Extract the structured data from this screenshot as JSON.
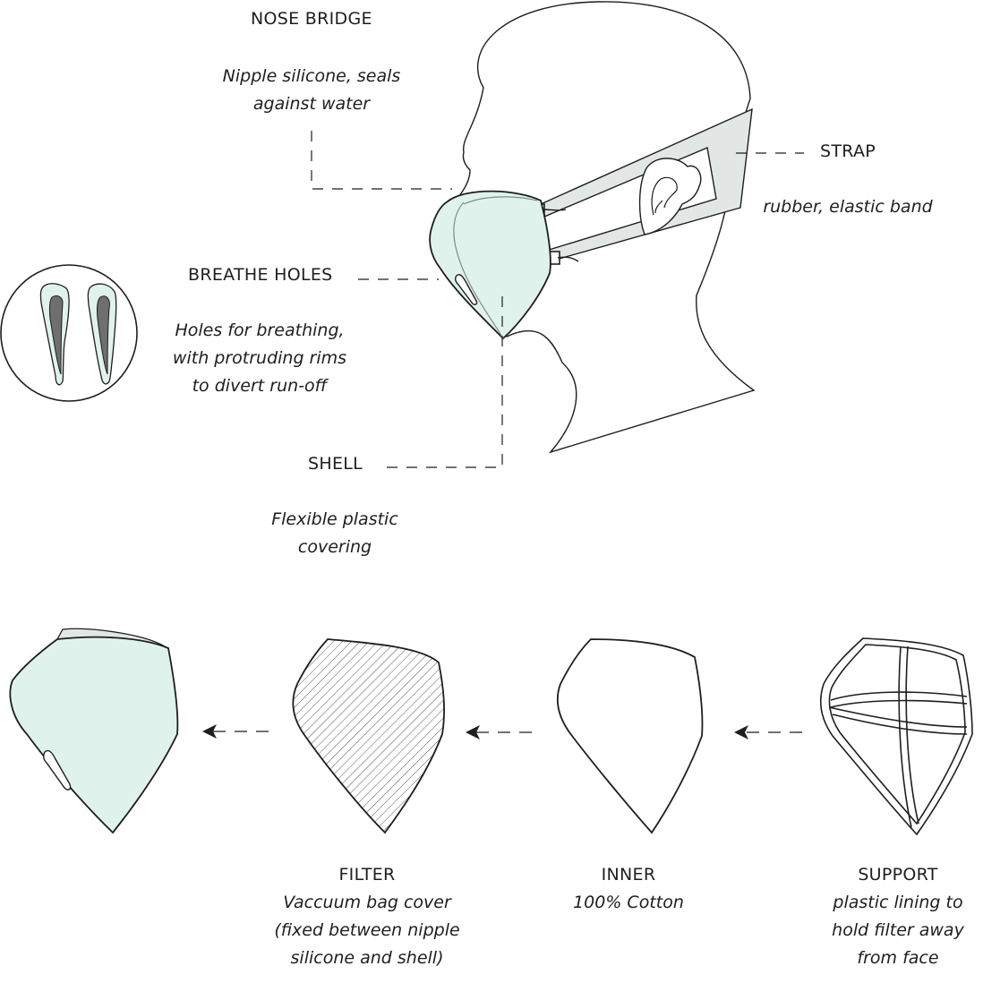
{
  "callouts": {
    "nose_bridge": {
      "title": "NOSE BRIDGE",
      "desc": [
        "Nipple silicone, seals",
        "against water"
      ]
    },
    "strap": {
      "title": "STRAP",
      "desc": [
        "rubber, elastic band"
      ]
    },
    "breathe_holes": {
      "title": "BREATHE HOLES",
      "desc": [
        "Holes for breathing,",
        "with protruding rims",
        "to divert run-off"
      ]
    },
    "shell": {
      "title": "SHELL",
      "desc": [
        "Flexible plastic",
        "covering"
      ]
    }
  },
  "layers": {
    "filter": {
      "title": "FILTER",
      "desc": [
        "Vaccuum bag cover",
        "(fixed between nipple",
        "silicone and shell)"
      ]
    },
    "inner": {
      "title": "INNER",
      "desc": [
        "100% Cotton"
      ]
    },
    "support": {
      "title": "SUPPORT",
      "desc": [
        "plastic lining to",
        "hold filter away",
        "from face"
      ]
    }
  },
  "colors": {
    "mask_fill": "#dff3ec",
    "strap_fill": "#e2e7e5",
    "hole_dark": "#6f6f6f",
    "line": "#1e1e1e"
  }
}
